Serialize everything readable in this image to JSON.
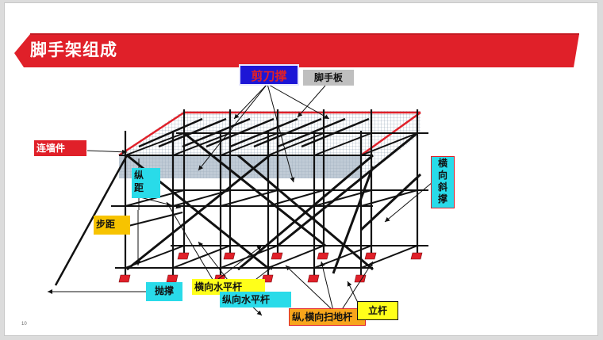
{
  "slide": {
    "title": "脚手架组成",
    "page_number": "10"
  },
  "colors": {
    "banner_red": "#e02029",
    "frame": "#111111",
    "red_edge": "#e02029",
    "base_plate": "#e02029",
    "mesh": "#9fb2c4"
  },
  "labels": {
    "jiandaocheng": "剪刀撑",
    "jiaoshouban": "脚手板",
    "lianqiangjian": "连墙件",
    "zongju": "纵\n距",
    "hengxiang_xiecheng": "横\n向\n斜\n撑",
    "buju": "步距",
    "paocheng": "抛撑",
    "hengxiang_shuipinggan": "横向水平杆",
    "zongxiang_shuipinggan": "纵向水平杆",
    "saodigan": "纵,横向扫地杆",
    "ligan": "立杆"
  }
}
